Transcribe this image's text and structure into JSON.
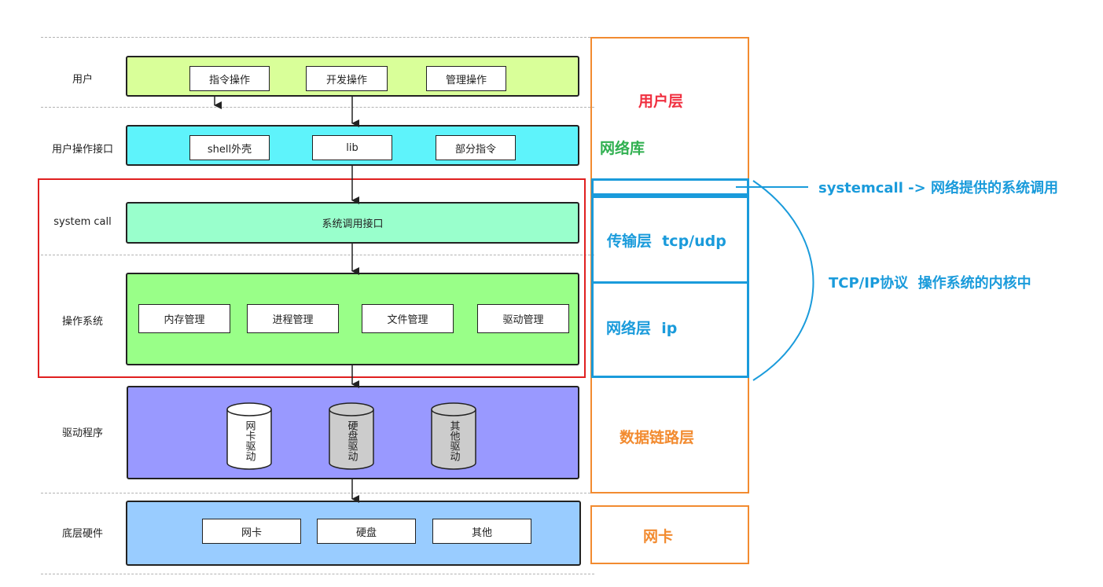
{
  "rows": {
    "user": "用户",
    "api": "用户操作接口",
    "syscall": "system call",
    "os": "操作系统",
    "driver": "驱动程序",
    "hardware": "底层硬件"
  },
  "user_layer": {
    "boxes": [
      "指令操作",
      "开发操作",
      "管理操作"
    ]
  },
  "api_layer": {
    "boxes": [
      "shell外壳",
      "lib",
      "部分指令"
    ]
  },
  "syscall_layer": {
    "label": "系统调用接口"
  },
  "os_layer": {
    "boxes": [
      "内存管理",
      "进程管理",
      "文件管理",
      "驱动管理"
    ]
  },
  "driver_layer": {
    "cylinders": [
      "网卡驱动",
      "硬盘驱动",
      "其他驱动"
    ]
  },
  "hardware_layer": {
    "boxes": [
      "网卡",
      "硬盘",
      "其他"
    ]
  },
  "right": {
    "user_layer": "用户层",
    "net_lib": "网络库",
    "transport": "传输层  tcp/udp",
    "network": "网络层  ip",
    "datalink": "数据链路层",
    "nic": "网卡"
  },
  "annotations": {
    "systemcall": "systemcall -> 网络提供的系统调用",
    "tcpip": "TCP/IP协议  操作系统的内核中"
  },
  "colors": {
    "user_fill": "#d9ff99",
    "api_fill": "#5ef3fb",
    "syscall_fill": "#99ffcc",
    "os_fill": "#99ff88",
    "driver_fill": "#9999ff",
    "hardware_fill": "#99ccff",
    "red_frame": "#e02020",
    "orange": "#f28b30",
    "blue": "#1a9bdb",
    "user_label": "#f03040",
    "netlib_label": "#30b050"
  }
}
